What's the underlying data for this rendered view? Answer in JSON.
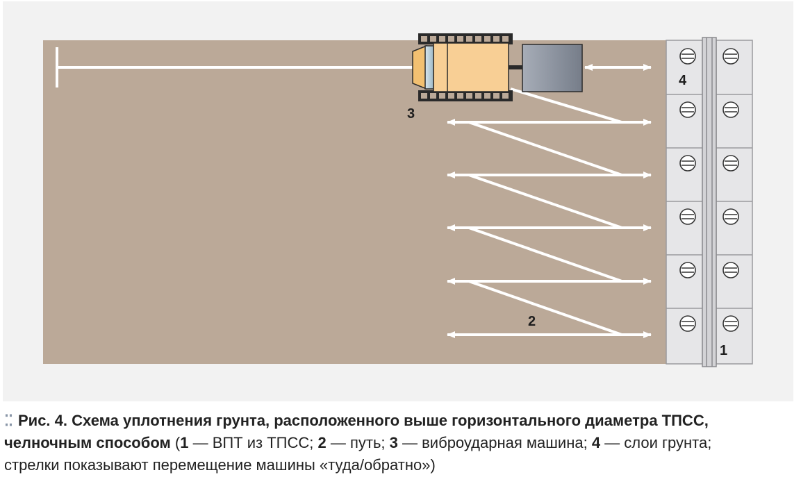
{
  "labels": {
    "one": "1",
    "two": "2",
    "three": "3",
    "four": "4"
  },
  "caption": {
    "fig": "Рис. 4.",
    "title_line1": "Схема уплотнения грунта, расположенного выше горизонтального диаметра ТПСС,",
    "title_line2": "челночным способом",
    "paren_open": " (",
    "k1": "1",
    "t1": " — ВПТ из ТПСС; ",
    "k2": "2",
    "t2": " — путь; ",
    "k3": "3",
    "t3": " — виброударная машина; ",
    "k4": "4",
    "t4": " — слои грунта;",
    "line3": "стрелки показывают перемещение машины «туда/обратно»)"
  },
  "colors": {
    "soil": "#bba998",
    "background": "#f2f2f2",
    "machine_body": "#f8cf95",
    "machine_front": "#f2c071",
    "weight": "#8f96a2",
    "track": "#2a2a2a",
    "panel": "#e6e6e8",
    "bullet": "#8a97a8"
  }
}
